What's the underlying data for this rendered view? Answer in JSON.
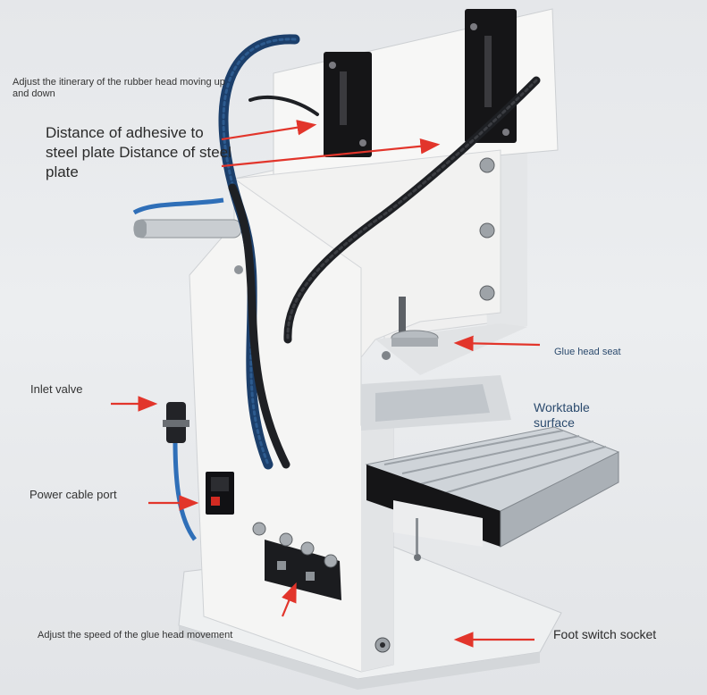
{
  "labels": {
    "itinerary": "Adjust the itinerary of the rubber head moving up and down",
    "distance": "Distance of adhesive to steel plate Distance of steel plate",
    "inlet": "Inlet valve",
    "power": "Power cable port",
    "speed": "Adjust the speed of the glue head movement",
    "glue_head": "Glue head seat",
    "worktable": "Worktable surface",
    "foot_switch": "Foot switch socket"
  },
  "colors": {
    "arrow": "#e2352b",
    "label_text": "#2b2b2b",
    "label_blue": "#2c4b6e",
    "machine_body": "#f4f4f3",
    "machine_shadow": "#d6d8da",
    "cable": "#1e2024",
    "hose_blue": "#2f6fb8",
    "bracket": "#141416",
    "rail": "#b9bec4"
  }
}
